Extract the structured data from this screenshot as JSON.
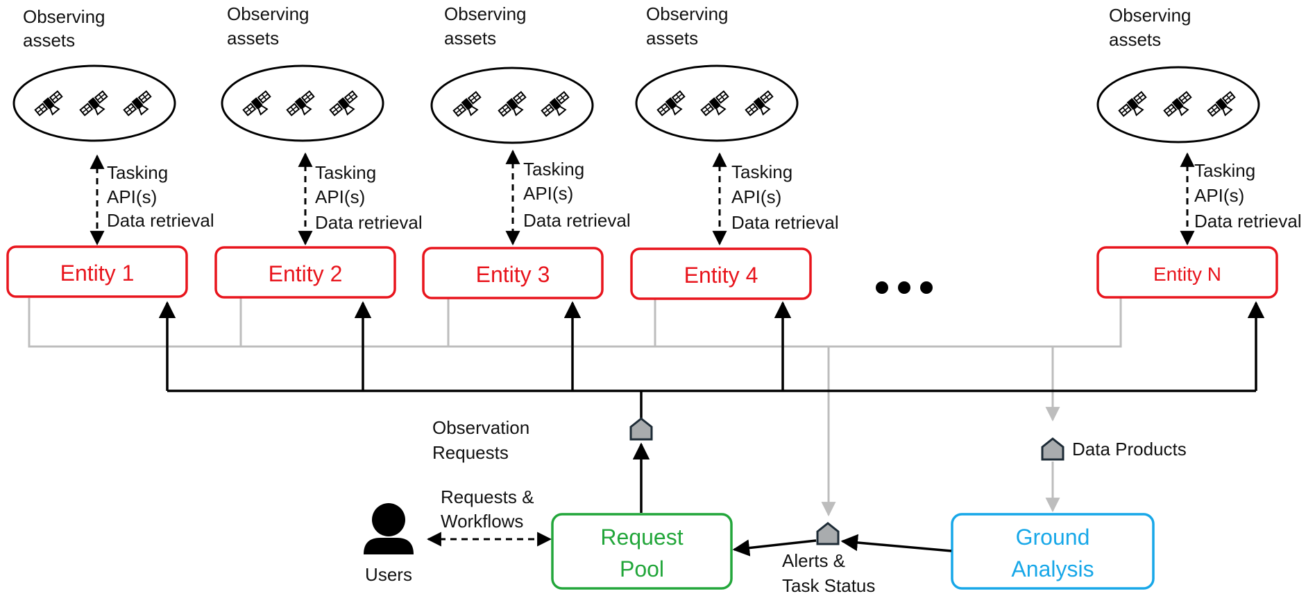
{
  "colors": {
    "entity": "#e8141c",
    "request_pool": "#22a63a",
    "ground_analysis": "#17a7e8",
    "gray_line": "#bdbdbd",
    "black": "#000000",
    "marker_fill": "#a9acae",
    "marker_stroke": "#1d2b36"
  },
  "asset_groups": [
    {
      "label_1": "Observing",
      "label_2": "assets",
      "icon": "satellite-icon"
    },
    {
      "label_1": "Observing",
      "label_2": "assets",
      "icon": "satellite-icon"
    },
    {
      "label_1": "Observing",
      "label_2": "assets",
      "icon": "satellite-icon"
    },
    {
      "label_1": "Observing",
      "label_2": "assets",
      "icon": "satellite-icon"
    },
    {
      "label_1": "Observing",
      "label_2": "assets",
      "icon": "satellite-icon"
    }
  ],
  "tasking_labels": [
    {
      "line1": "Tasking",
      "line2": "API(s)",
      "line3": "Data retrieval"
    },
    {
      "line1": "Tasking",
      "line2": "API(s)",
      "line3": "Data retrieval"
    },
    {
      "line1": "Tasking",
      "line2": "API(s)",
      "line3": "Data retrieval"
    },
    {
      "line1": "Tasking",
      "line2": "API(s)",
      "line3": "Data retrieval"
    },
    {
      "line1": "Tasking",
      "line2": "API(s)",
      "line3": "Data retrieval"
    }
  ],
  "entities": [
    "Entity 1",
    "Entity 2",
    "Entity 3",
    "Entity 4",
    "Entity N"
  ],
  "ellipsis_icon": "ellipsis-dots-icon",
  "observation_requests": {
    "line1": "Observation",
    "line2": "Requests"
  },
  "data_products": "Data Products",
  "requests_workflows": {
    "line1": "Requests &",
    "line2": "Workflows"
  },
  "users": {
    "label": "Users",
    "icon": "user-icon"
  },
  "request_pool": {
    "line1": "Request",
    "line2": "Pool"
  },
  "ground_analysis": {
    "line1": "Ground",
    "line2": "Analysis"
  },
  "alerts": {
    "line1": "Alerts &",
    "line2": "Task Status"
  }
}
